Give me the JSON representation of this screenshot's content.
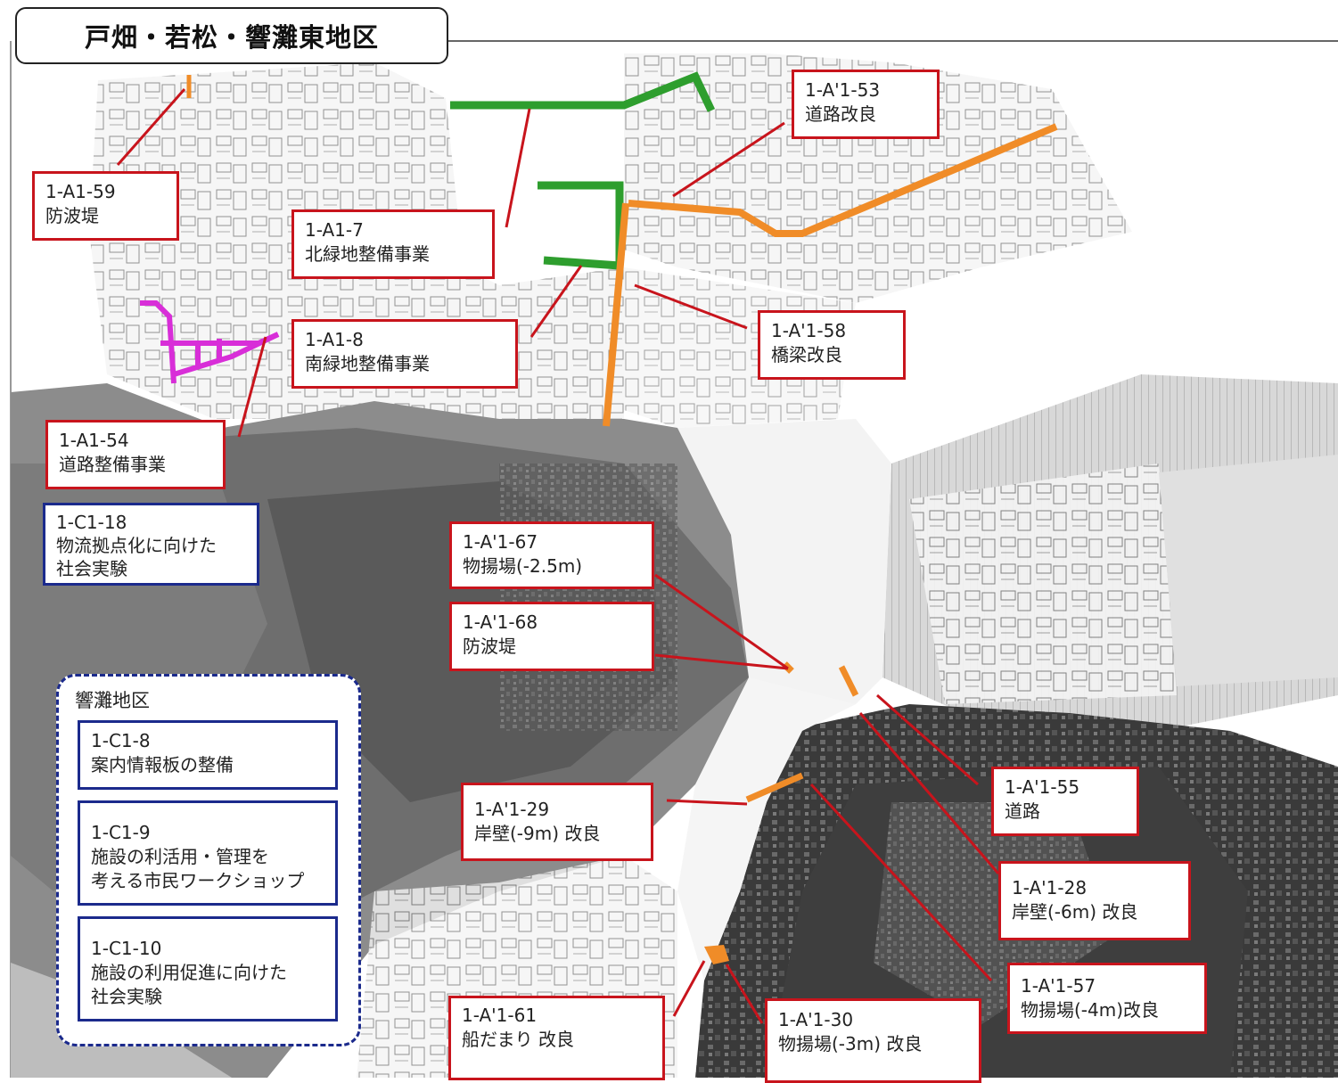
{
  "title": "戸畑・若松・響灘東地区",
  "colors": {
    "red_label": "#c8141c",
    "blue_label": "#1b2a8c",
    "green_project": "#2e9e2e",
    "orange_project": "#f08c28",
    "magenta_project": "#d82ed8"
  },
  "labels": [
    {
      "code": "1-A1-59",
      "name": "防波堤",
      "color": "red"
    },
    {
      "code": "1-A1-7",
      "name": "北緑地整備事業",
      "color": "red"
    },
    {
      "code": "1-A1-8",
      "name": "南緑地整備事業",
      "color": "red"
    },
    {
      "code": "1-A'1-53",
      "name": "道路改良",
      "color": "red"
    },
    {
      "code": "1-A'1-58",
      "name": "橋梁改良",
      "color": "red"
    },
    {
      "code": "1-A1-54",
      "name": "道路整備事業",
      "color": "red"
    },
    {
      "code": "1-C1-18",
      "name": "物流拠点化に向けた",
      "name2": "社会実験",
      "color": "blue"
    },
    {
      "code": "1-A'1-67",
      "name": "物揚場(-2.5m)",
      "color": "red"
    },
    {
      "code": "1-A'1-68",
      "name": "防波堤",
      "color": "red"
    },
    {
      "code": "1-A'1-29",
      "name": "岸壁(-9m) 改良",
      "color": "red"
    },
    {
      "code": "1-A'1-55",
      "name": "道路",
      "color": "red"
    },
    {
      "code": "1-A'1-28",
      "name": "岸壁(-6m) 改良",
      "color": "red"
    },
    {
      "code": "1-A'1-57",
      "name": "物揚場(-4m)改良",
      "color": "red"
    },
    {
      "code": "1-A'1-61",
      "name": "船だまり 改良",
      "color": "red"
    },
    {
      "code": "1-A'1-30",
      "name": "物揚場(-3m) 改良",
      "color": "red"
    }
  ],
  "hibikinada": {
    "title": "響灘地区",
    "items": [
      {
        "code": "1-C1-8",
        "name": "案内情報板の整備"
      },
      {
        "code": "1-C1-9",
        "name": "施設の利活用・管理を",
        "name2": "考える市民ワークショップ"
      },
      {
        "code": "1-C1-10",
        "name": "施設の利用促進に向けた",
        "name2": "社会実験"
      }
    ]
  }
}
